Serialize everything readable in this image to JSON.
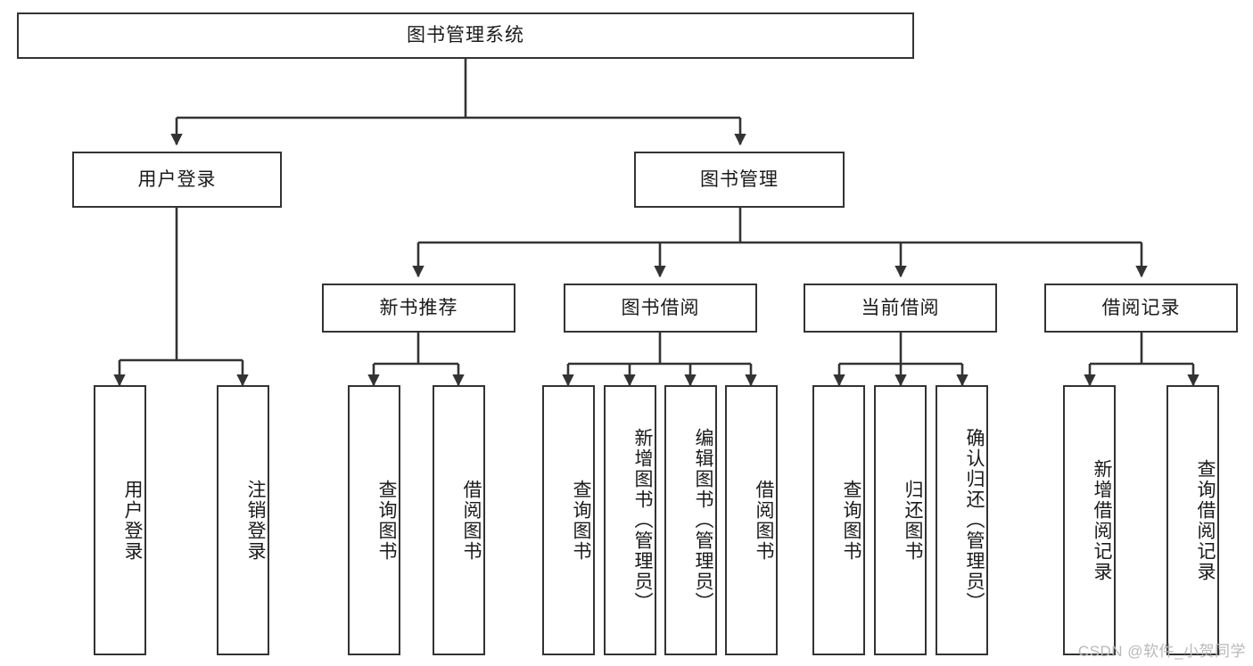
{
  "diagram": {
    "title": "图书管理系统",
    "type": "tree-hierarchy",
    "watermark": "CSDN @软件_小贺同学",
    "colors": {
      "node_border": "#333333",
      "node_fill": "#ffffff",
      "edge": "#333333",
      "text": "#1a1a1a",
      "watermark": "#b9b9b9"
    },
    "root": {
      "label": "图书管理系统"
    },
    "level2": [
      {
        "label": "用户登录"
      },
      {
        "label": "图书管理"
      }
    ],
    "level3": [
      {
        "label": "新书推荐"
      },
      {
        "label": "图书借阅"
      },
      {
        "label": "当前借阅"
      },
      {
        "label": "借阅记录"
      }
    ],
    "leaves": {
      "user_login": [
        {
          "label": "用户登录"
        },
        {
          "label": "注销登录"
        }
      ],
      "new_book_recommend": [
        {
          "label": "查询图书"
        },
        {
          "label": "借阅图书"
        }
      ],
      "book_borrow": [
        {
          "label": "查询图书"
        },
        {
          "label": "新增图书（管理员）"
        },
        {
          "label": "编辑图书（管理员）"
        },
        {
          "label": "借阅图书"
        }
      ],
      "current_borrow": [
        {
          "label": "查询图书"
        },
        {
          "label": "归还图书"
        },
        {
          "label": "确认归还（管理员）"
        }
      ],
      "borrow_record": [
        {
          "label": "新增借阅记录"
        },
        {
          "label": "查询借阅记录"
        }
      ]
    }
  }
}
